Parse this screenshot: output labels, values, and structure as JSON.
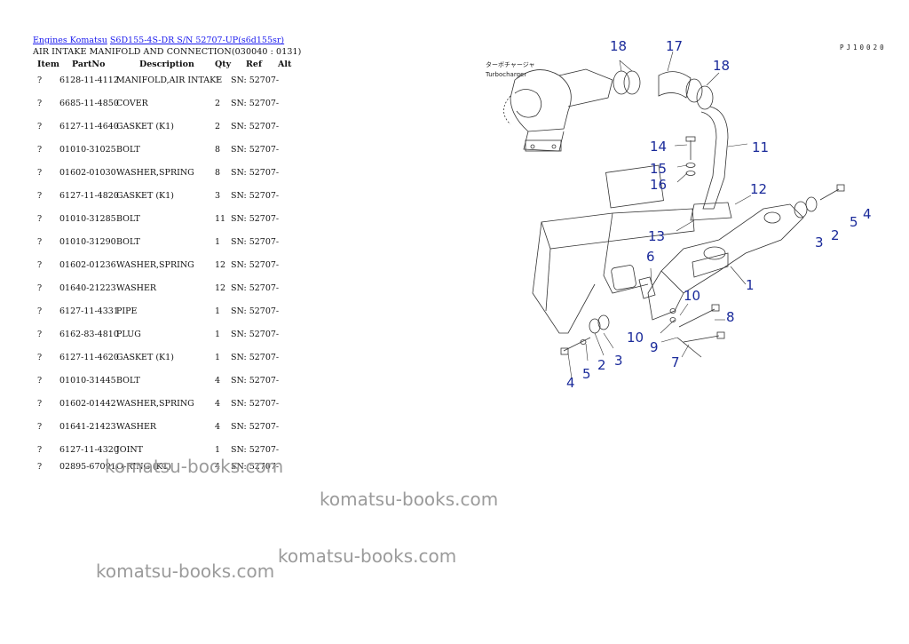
{
  "breadcrumb": {
    "engines_link": "Engines Komatsu",
    "model_link": "S6D155-4S-DR S/N 52707-UP(s6d155sr)"
  },
  "subtitle": "AIR INTAKE MANIFOLD AND CONNECTION(030040 : 0131)",
  "columns": [
    "Item",
    "PartNo",
    "Description",
    "Qty",
    "Ref",
    "Alt"
  ],
  "rows": [
    {
      "item": "?",
      "partno": "6128-11-4112",
      "desc": "MANIFOLD,AIR INTAKE",
      "qty": "1",
      "ref": "SN: 52707-"
    },
    {
      "item": "?",
      "partno": "6685-11-4850",
      "desc": "COVER",
      "qty": "2",
      "ref": "SN: 52707-"
    },
    {
      "item": "?",
      "partno": "6127-11-4640",
      "desc": "GASKET (K1)",
      "qty": "2",
      "ref": "SN: 52707-"
    },
    {
      "item": "?",
      "partno": "01010-31025",
      "desc": "BOLT",
      "qty": "8",
      "ref": "SN: 52707-"
    },
    {
      "item": "?",
      "partno": "01602-01030",
      "desc": "WASHER,SPRING",
      "qty": "8",
      "ref": "SN: 52707-"
    },
    {
      "item": "?",
      "partno": "6127-11-4820",
      "desc": "GASKET (K1)",
      "qty": "3",
      "ref": "SN: 52707-"
    },
    {
      "item": "?",
      "partno": "01010-31285",
      "desc": "BOLT",
      "qty": "11",
      "ref": "SN: 52707-"
    },
    {
      "item": "?",
      "partno": "01010-31290",
      "desc": "BOLT",
      "qty": "1",
      "ref": "SN: 52707-"
    },
    {
      "item": "?",
      "partno": "01602-01236",
      "desc": "WASHER,SPRING",
      "qty": "12",
      "ref": "SN: 52707-"
    },
    {
      "item": "?",
      "partno": "01640-21223",
      "desc": "WASHER",
      "qty": "12",
      "ref": "SN: 52707-"
    },
    {
      "item": "?",
      "partno": "6127-11-4331",
      "desc": "PIPE",
      "qty": "1",
      "ref": "SN: 52707-"
    },
    {
      "item": "?",
      "partno": "6162-83-4810",
      "desc": "PLUG",
      "qty": "1",
      "ref": "SN: 52707-"
    },
    {
      "item": "?",
      "partno": "6127-11-4620",
      "desc": "GASKET (K1)",
      "qty": "1",
      "ref": "SN: 52707-"
    },
    {
      "item": "?",
      "partno": "01010-31445",
      "desc": "BOLT",
      "qty": "4",
      "ref": "SN: 52707-"
    },
    {
      "item": "?",
      "partno": "01602-01442",
      "desc": "WASHER,SPRING",
      "qty": "4",
      "ref": "SN: 52707-"
    },
    {
      "item": "?",
      "partno": "01641-21423",
      "desc": "WASHER",
      "qty": "4",
      "ref": "SN: 52707-"
    },
    {
      "item": "?",
      "partno": "6127-11-4320",
      "desc": "JOINT",
      "qty": "1",
      "ref": "SN: 52707-"
    },
    {
      "item": "?",
      "partno": "02895-67091",
      "desc": "O-RING (K1)",
      "qty": "4",
      "ref": "SN: 52707-"
    }
  ],
  "watermarks": [
    "komatsu-books.com",
    "komatsu-books.com",
    "komatsu-books.com",
    "komatsu-books.com"
  ],
  "diagram": {
    "code": "PJ10020",
    "turbo_label_jp": "ターボチャージャ",
    "turbo_label": "Turbocharger",
    "callouts": [
      "18",
      "17",
      "18",
      "14",
      "11",
      "15",
      "16",
      "12",
      "4",
      "5",
      "2",
      "3",
      "13",
      "6",
      "1",
      "10",
      "8",
      "9",
      "10",
      "3",
      "2",
      "5",
      "4",
      "7"
    ]
  }
}
